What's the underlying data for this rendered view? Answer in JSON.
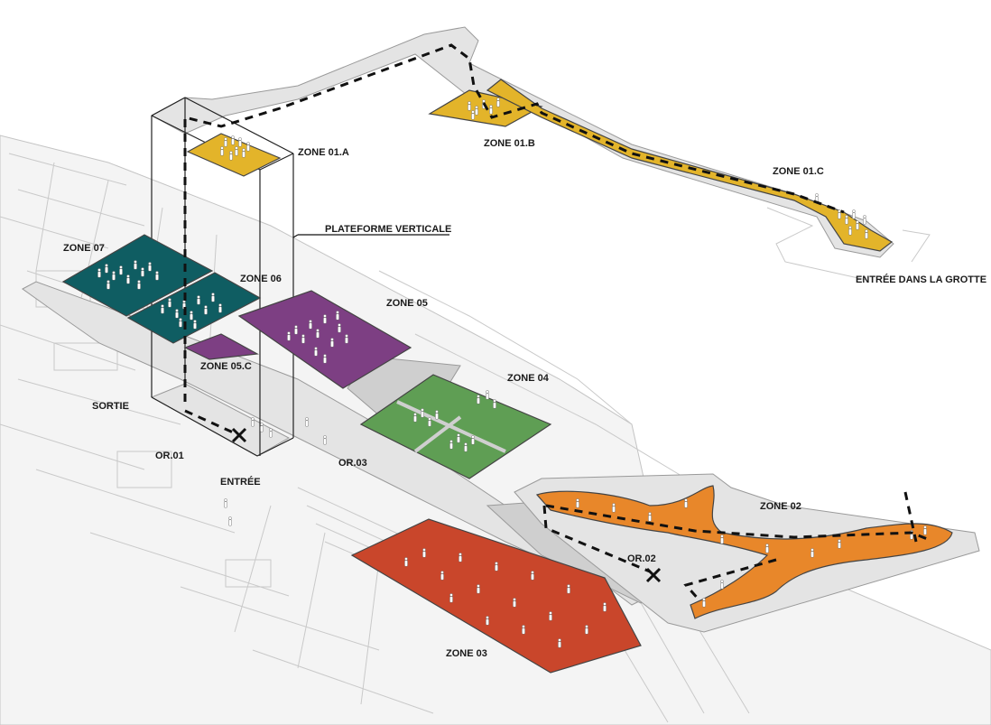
{
  "colors": {
    "zone_01": "#e3b42a",
    "zone_02": "#e8872a",
    "zone_03": "#c9462b",
    "zone_04": "#5f9e54",
    "zone_05": "#7d3f83",
    "zone_05c": "#7d3f83",
    "zone_06": "#0f5d62",
    "zone_07": "#0f5d62",
    "walkway": "#dedede",
    "route": "#111111"
  },
  "labels": {
    "zone_01a": "ZONE 01.A",
    "zone_01b": "ZONE 01.B",
    "zone_01c": "ZONE 01.C",
    "entree_grotte": "ENTRÉE DANS LA GROTTE",
    "plateforme": "PLATEFORME VERTICALE",
    "zone_07": "ZONE 07",
    "zone_06": "ZONE 06",
    "zone_05": "ZONE 05",
    "zone_05c": "ZONE 05.C",
    "zone_04": "ZONE 04",
    "zone_03": "ZONE 03",
    "zone_02": "ZONE 02",
    "sortie": "SORTIE",
    "or01": "OR.01",
    "entree": "ENTRÉE",
    "or03": "OR.03",
    "or02": "OR.02"
  },
  "icons": [
    "person-icon",
    "cross-mark-icon"
  ]
}
